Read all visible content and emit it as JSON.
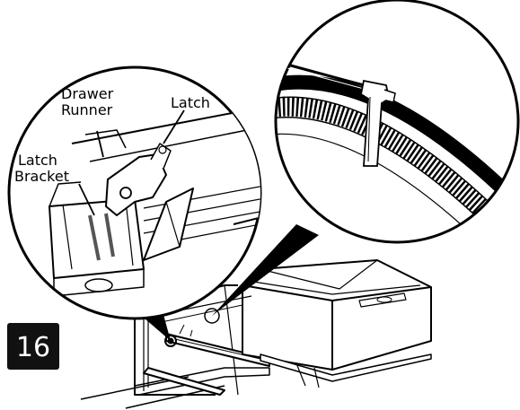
{
  "labels": {
    "drawer_runner_line1": "Drawer",
    "drawer_runner_line2": "Runner",
    "latch": "Latch",
    "latch_bracket_line1": "Latch",
    "latch_bracket_line2": "Bracket"
  },
  "step": {
    "number": "16",
    "badge_color": "#111111"
  },
  "icons": [
    "detail-circle-left",
    "detail-circle-right",
    "pedestal-drawer"
  ]
}
